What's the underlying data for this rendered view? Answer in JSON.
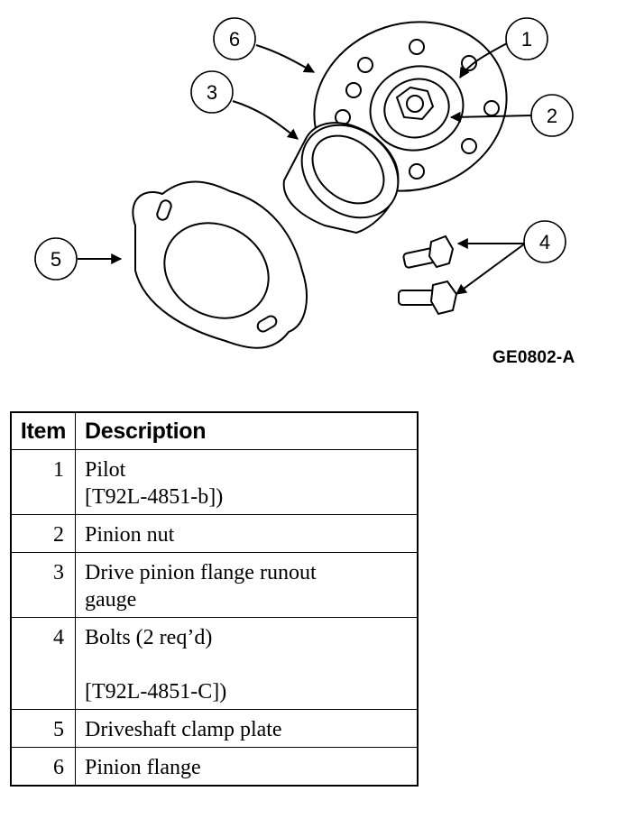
{
  "callouts": [
    "1",
    "2",
    "3",
    "4",
    "5",
    "6"
  ],
  "figure_id": "GE0802-A",
  "table": {
    "headers": [
      "Item",
      "Description"
    ],
    "rows": [
      {
        "item": "1",
        "lines": [
          "Pilot",
          "[T92L-4851-b])"
        ]
      },
      {
        "item": "2",
        "lines": [
          "Pinion nut"
        ]
      },
      {
        "item": "3",
        "lines": [
          "Drive pinion flange runout",
          "gauge"
        ]
      },
      {
        "item": "4",
        "lines": [
          "Bolts (2 req’d)",
          "",
          "[T92L-4851-C])"
        ]
      },
      {
        "item": "5",
        "lines": [
          "Driveshaft clamp plate"
        ]
      },
      {
        "item": "6",
        "lines": [
          "Pinion flange"
        ]
      }
    ]
  }
}
